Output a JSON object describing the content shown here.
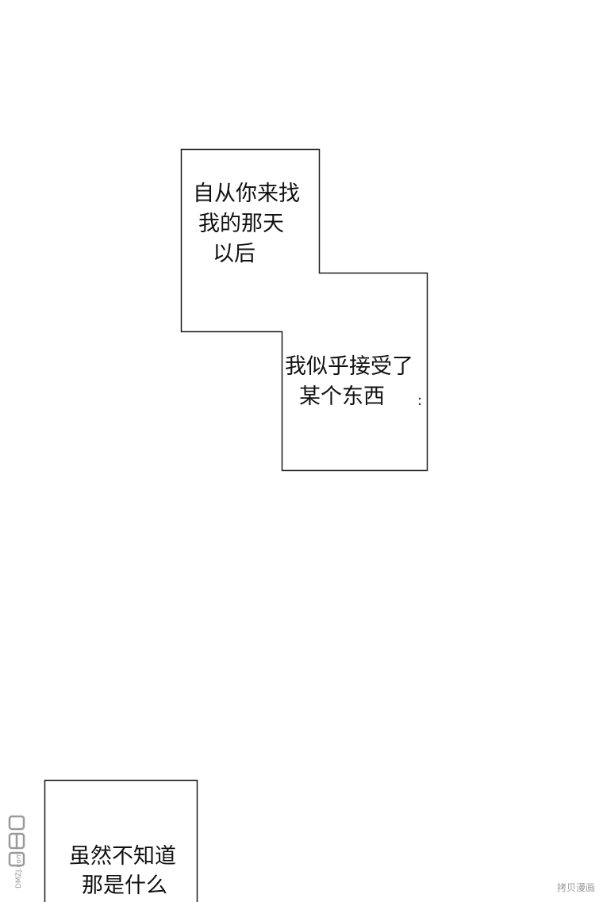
{
  "boxes": {
    "first": {
      "lines": [
        "自从你来找",
        "我的那天",
        "以后"
      ]
    },
    "second": {
      "lines": [
        "我似乎接受了",
        "某个东西"
      ],
      "dots": ":"
    },
    "third": {
      "lines": [
        "虽然不知道",
        "那是什么"
      ]
    }
  },
  "watermarks": {
    "side_logo": "DMZJ.com",
    "corner": "拷贝漫画"
  },
  "colors": {
    "stroke": "#1a1a1a",
    "background": "#ffffff",
    "watermark": "#9a9a9a"
  }
}
